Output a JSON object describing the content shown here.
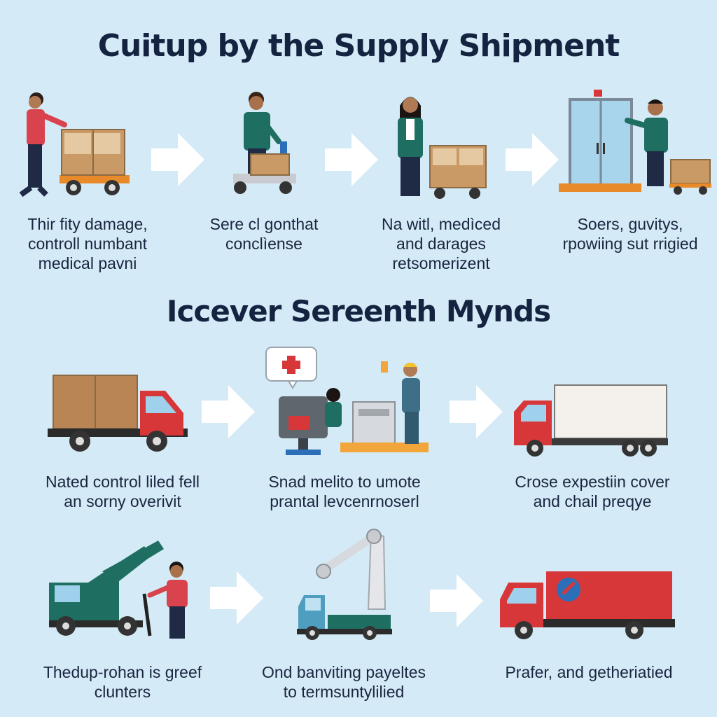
{
  "titles": {
    "top": "Cuitup by the Supply Shipment",
    "middle": "Iccever Sereenth Mynds"
  },
  "row1": {
    "captions": [
      [
        "Thir fity damage,",
        "controll numbant",
        "medical pavni"
      ],
      [
        "Sere cl gonthat",
        "conclìense"
      ],
      [
        "Na witl, medìced",
        "and darages",
        "retsomerizent"
      ],
      [
        "Soers, guvitys,",
        "rpowiing sut rrigied"
      ]
    ]
  },
  "row2": {
    "captions": [
      [
        "Nated control liled fell",
        "an sorny overivit"
      ],
      [
        "Snad melito to umote",
        "prantal levcenrnoserl"
      ],
      [
        "Crose expestiin cover",
        "and chail preqye"
      ]
    ]
  },
  "row3": {
    "captions": [
      [
        "Thedup-rohan is greef",
        "clunters"
      ],
      [
        "Ond banviting payeltes",
        "to termsuntylilied"
      ],
      [
        "Prafer, and getheriatied"
      ]
    ]
  },
  "colors": {
    "background": "#d4eaf6",
    "title": "#14233f",
    "truck_red": "#d8373a",
    "teal": "#1f6e62",
    "box": "#c99a66",
    "arrow": "#ffffff"
  },
  "icons": [
    "medical-cross-icon",
    "medical-box-icon"
  ]
}
